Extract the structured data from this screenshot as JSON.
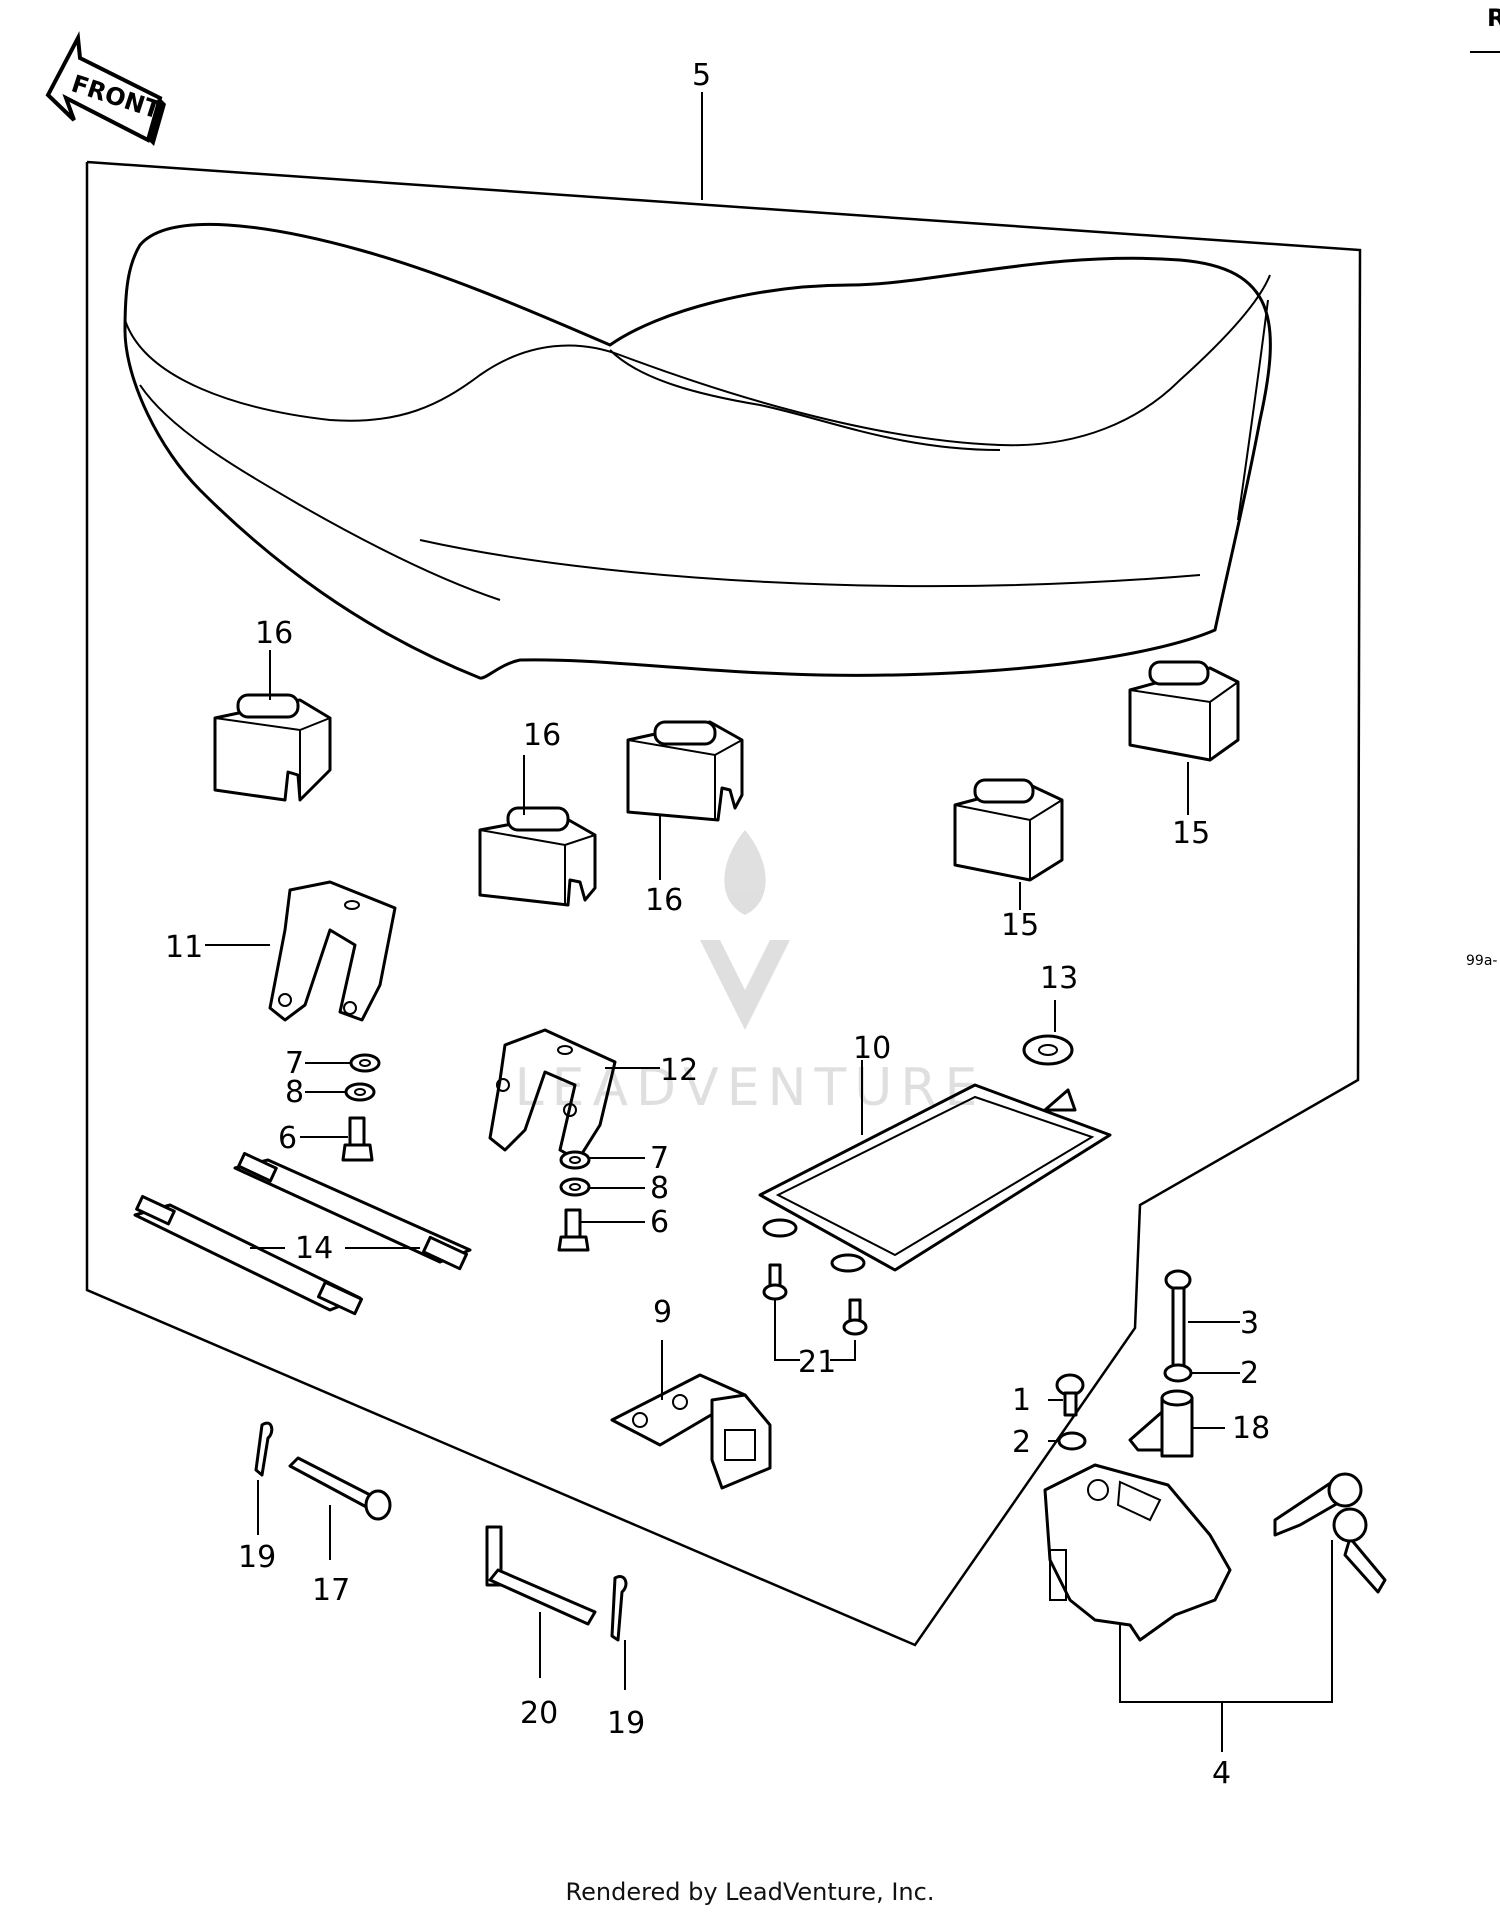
{
  "front_arrow_label": "FRONT",
  "corner_mark": "R",
  "side_code": "99a-",
  "footer": "Rendered by LeadVenture, Inc.",
  "watermark": "LEADVENTURE",
  "callouts": {
    "c1": "1",
    "c2a": "2",
    "c2b": "2",
    "c3": "3",
    "c4": "4",
    "c5": "5",
    "c6a": "6",
    "c6b": "6",
    "c7a": "7",
    "c7b": "7",
    "c8a": "8",
    "c8b": "8",
    "c9": "9",
    "c10": "10",
    "c11": "11",
    "c12": "12",
    "c13": "13",
    "c14": "14",
    "c15a": "15",
    "c15b": "15",
    "c16a": "16",
    "c16b": "16",
    "c16c": "16",
    "c17": "17",
    "c18": "18",
    "c19a": "19",
    "c19b": "19",
    "c20": "20",
    "c21": "21"
  }
}
